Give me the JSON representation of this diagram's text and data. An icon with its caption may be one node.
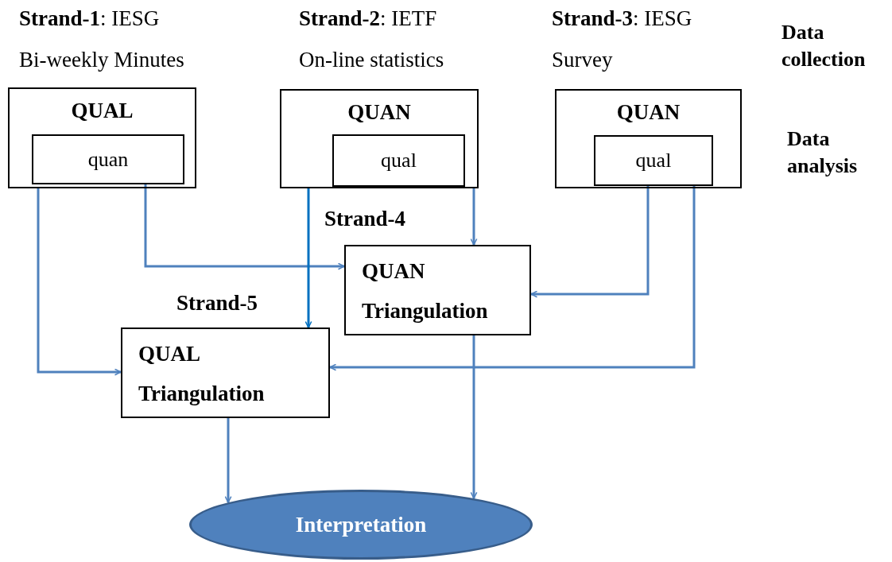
{
  "diagram": {
    "nodes": [
      {
        "text": [
          "**Strand-1**: IESG",
          "Bi-weekly Minutes",
          "QUAL"
        ]
      },
      {
        "text": [
          "quan"
        ],
        "in": 0
      },
      {
        "text": [
          "**Strand-2**: IETF",
          "On-line statistics",
          "QUAN"
        ]
      },
      {
        "text": [
          "qual"
        ],
        "in": 2
      },
      {
        "text": [
          "**Strand-3**: IESG",
          "Survey",
          "QUAN"
        ]
      },
      {
        "text": [
          "qual"
        ],
        "in": 4
      },
      {
        "text": [
          "Strand-4",
          "QUAN",
          "Triangulation"
        ]
      },
      {
        "text": [
          "Strand-5",
          "QUAL",
          "Triangulation"
        ]
      },
      {
        "text": [
          "Interpretation"
        ]
      }
    ],
    "edges": [
      {
        "from": 0,
        "to": 7,
        "arrow": "to"
      },
      {
        "from": 1,
        "to": 6,
        "arrow": "to"
      },
      {
        "from": 2,
        "to": 7,
        "arrow": "to",
        "color": "#0070c0"
      },
      {
        "from": 2,
        "to": 6,
        "arrow": "to"
      },
      {
        "from": 5,
        "to": 6,
        "arrow": "to"
      },
      {
        "from": 5,
        "to": 7,
        "arrow": "to"
      },
      {
        "from": 7,
        "to": 8,
        "arrow": "to"
      },
      {
        "from": 6,
        "to": 8,
        "arrow": "to"
      }
    ],
    "labels": [
      "Data collection",
      "Data analysis"
    ]
  }
}
